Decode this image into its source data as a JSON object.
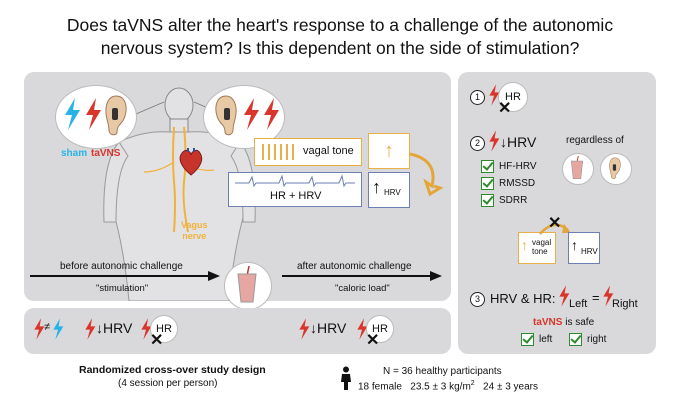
{
  "title": {
    "line1": "Does taVNS alter the heart's response to a challenge of the autonomic",
    "line2": "nervous system? Is this dependent on the side of stimulation?"
  },
  "main_panel": {
    "sham_label": "sham",
    "tavns_label": "taVNS",
    "vagus_line1": "Vagus",
    "vagus_line2": "nerve",
    "vagal_tone_label": "vagal tone",
    "hr_hrv_label": "HR + HRV",
    "hrv_small_label": "HRV",
    "up_arrow": "↑",
    "before_label": "before autonomic challenge",
    "stimulation_label": "\"stimulation\"",
    "after_label": "after autonomic challenge",
    "caloric_label": "\"caloric load\""
  },
  "bottom_panel": {
    "neq_symbol": "≠",
    "down_hrv_1": "↓HRV",
    "hr_label_1": "HR",
    "down_hrv_2": "↓HRV",
    "hr_label_2": "HR"
  },
  "right_panel": {
    "item1_number": "1",
    "item1_hr": "HR",
    "item2_number": "2",
    "item2_text": "↓HRV",
    "regardless_label": "regardless of",
    "checks": [
      "HF-HRV",
      "RMSSD",
      "SDRR"
    ],
    "vagal_tone_small_1": "vagal",
    "vagal_tone_small_2": "tone",
    "hrv_small": "HRV",
    "item3_number": "3",
    "item3_text": "HRV & HR:",
    "left_label": "Left",
    "equals": "=",
    "right_label": "Right",
    "safe_tavns": "taVNS",
    "safe_rest": " is safe",
    "safe_left": "left",
    "safe_right": "right"
  },
  "footer": {
    "design_line1": "Randomized cross-over study design",
    "design_line2": "(4 session per person)",
    "participants": "N = 36 healthy participants",
    "female_count": "18 female",
    "bmi_value": "23.5 ± 3 kg/m",
    "bmi_exp": "2",
    "age": "24 ± 3 years"
  },
  "colors": {
    "panel": "#d9d9db",
    "sham_blue": "#27b3e8",
    "tavns_red": "#d9352b",
    "vagus_orange": "#f2b23a",
    "arrow_orange": "#e3a63a",
    "check_green": "#2d8a2d",
    "vagal_box_border": "#e9b04a",
    "hr_box_border": "#6b7fb5"
  },
  "icons": [
    "lightning-icon",
    "ear-icon",
    "heart-icon",
    "smoothie-icon",
    "person-icon",
    "checkbox-icon",
    "cross-icon",
    "curved-arrow-icon"
  ]
}
